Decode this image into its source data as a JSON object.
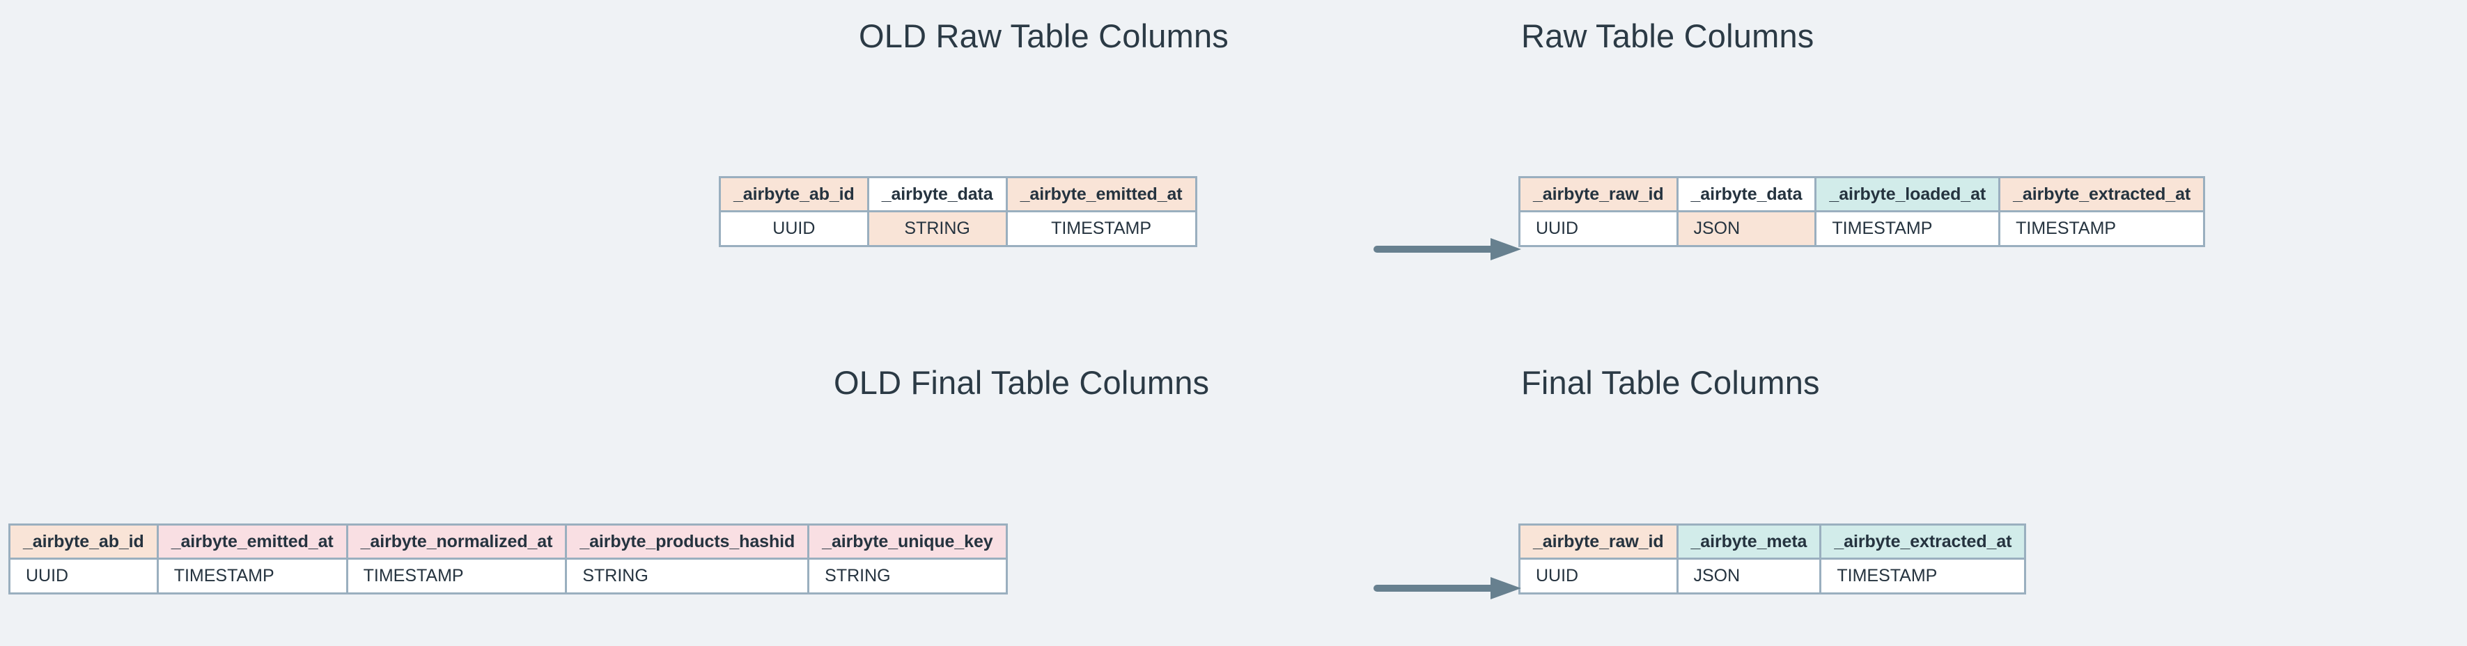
{
  "theme": {
    "background": "#eff2f5",
    "title_color": "#2b3a45",
    "border_color": "#9aafbf",
    "text_color": "#25333f",
    "peach": "#f9e4d7",
    "pink": "#f9dfe3",
    "teal": "#d2ecea",
    "white": "#ffffff",
    "arrow_color": "#67808f"
  },
  "sections": {
    "old_raw": {
      "title": "OLD Raw Table Columns",
      "columns": [
        {
          "name": "_airbyte_ab_id",
          "type": "UUID",
          "header_fill": "peach",
          "type_fill": "white"
        },
        {
          "name": "_airbyte_data",
          "type": "STRING",
          "header_fill": "white",
          "type_fill": "peach"
        },
        {
          "name": "_airbyte_emitted_at",
          "type": "TIMESTAMP",
          "header_fill": "peach",
          "type_fill": "white"
        }
      ]
    },
    "new_raw": {
      "title": "Raw Table Columns",
      "columns": [
        {
          "name": "_airbyte_raw_id",
          "type": "UUID",
          "header_fill": "peach",
          "type_fill": "white"
        },
        {
          "name": "_airbyte_data",
          "type": "JSON",
          "header_fill": "white",
          "type_fill": "peach"
        },
        {
          "name": "_airbyte_loaded_at",
          "type": "TIMESTAMP",
          "header_fill": "teal",
          "type_fill": "white"
        },
        {
          "name": "_airbyte_extracted_at",
          "type": "TIMESTAMP",
          "header_fill": "peach",
          "type_fill": "white"
        }
      ]
    },
    "old_final": {
      "title": "OLD Final Table Columns",
      "columns": [
        {
          "name": "_airbyte_ab_id",
          "type": "UUID",
          "header_fill": "peach",
          "type_fill": "white"
        },
        {
          "name": "_airbyte_emitted_at",
          "type": "TIMESTAMP",
          "header_fill": "pink",
          "type_fill": "white"
        },
        {
          "name": "_airbyte_normalized_at",
          "type": "TIMESTAMP",
          "header_fill": "pink",
          "type_fill": "white"
        },
        {
          "name": "_airbyte_products_hashid",
          "type": "STRING",
          "header_fill": "pink",
          "type_fill": "white"
        },
        {
          "name": "_airbyte_unique_key",
          "type": "STRING",
          "header_fill": "pink",
          "type_fill": "white"
        }
      ]
    },
    "new_final": {
      "title": "Final Table Columns",
      "columns": [
        {
          "name": "_airbyte_raw_id",
          "type": "UUID",
          "header_fill": "peach",
          "type_fill": "white"
        },
        {
          "name": "_airbyte_meta",
          "type": "JSON",
          "header_fill": "teal",
          "type_fill": "white"
        },
        {
          "name": "_airbyte_extracted_at",
          "type": "TIMESTAMP",
          "header_fill": "teal",
          "type_fill": "white"
        }
      ]
    }
  },
  "arrows": [
    {
      "name": "raw-migration-arrow",
      "direction": "right",
      "from": "old_raw",
      "to": "new_raw"
    },
    {
      "name": "final-migration-arrow",
      "direction": "right",
      "from": "old_final",
      "to": "new_final"
    }
  ]
}
